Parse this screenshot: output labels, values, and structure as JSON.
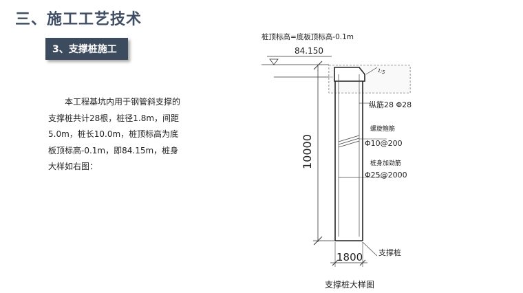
{
  "section_title": "三、施工工艺技术",
  "subsection_label": "3、支撑桩施工",
  "description": "本工程基坑内用于钢管斜支撑的支撑桩共计28根，桩径1.8m，间距5.0m，桩长10.0m，桩顶标高为底板顶标高-0.1m，即84.15m，桩身大样如右图：",
  "drawing": {
    "top_elevation_note": "桩顶标高=底板顶标高-0.1m",
    "top_elevation_value": "84.150",
    "length_dim": "10000",
    "diameter_dim": "1800",
    "longitudinal_rebar_label": "纵筋28 Φ28",
    "spiral_stirrup_label": "螺旋箍筋",
    "spiral_stirrup_spec": "Φ10@200",
    "stiffener_label": "桩身加劲筋",
    "stiffener_spec": "Φ25@2000",
    "pile_label": "支撑桩",
    "slope_note": "1:5",
    "caption": "支撑桩大样图"
  }
}
